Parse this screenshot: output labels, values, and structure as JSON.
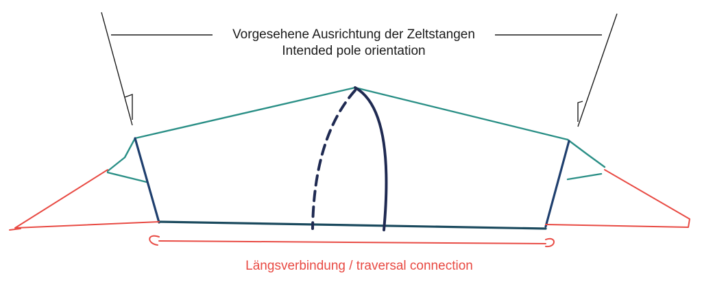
{
  "annotations": {
    "top_line1": "Vorgesehene Ausrichtung der Zeltstangen",
    "top_line2": "Intended pole orientation",
    "bottom": "Längsverbindung / traversal connection"
  },
  "colors": {
    "tent_outline": "#2a8f86",
    "poles": "#1f2a52",
    "guy_lines": "#e84a43",
    "ink": "#1a1a1a"
  }
}
